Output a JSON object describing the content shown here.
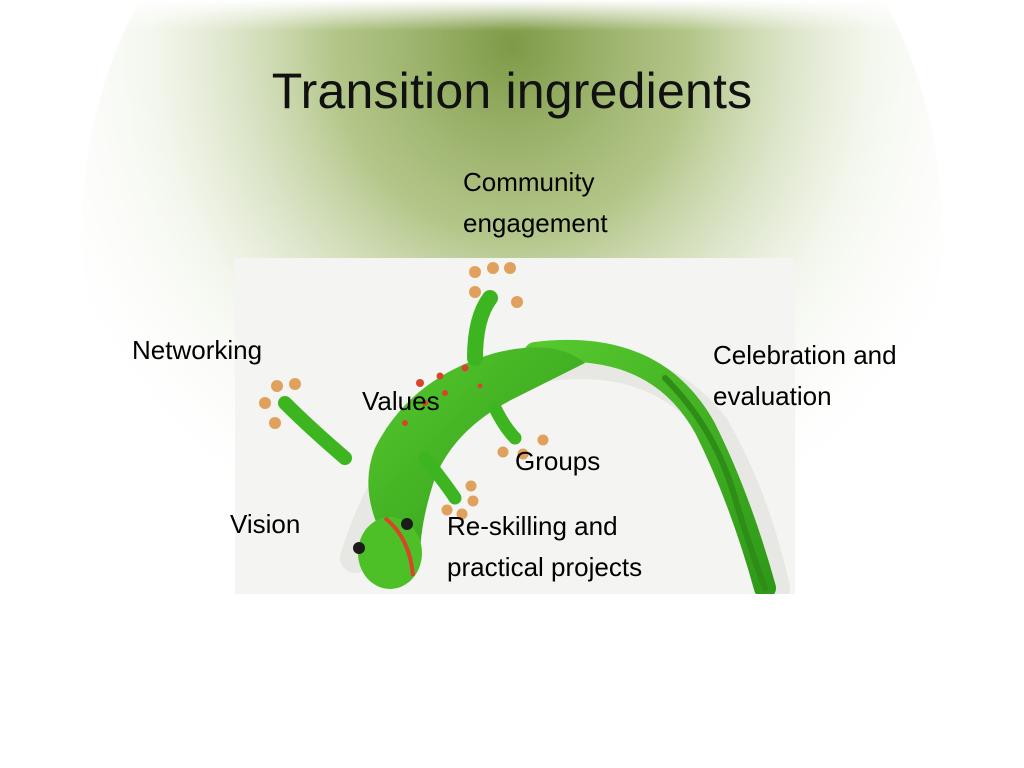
{
  "slide": {
    "title": "Transition ingredients",
    "labels": {
      "community": [
        "Community",
        "engagement"
      ],
      "networking": "Networking",
      "celebration": [
        "Celebration and",
        "evaluation"
      ],
      "values": "Values",
      "groups": "Groups",
      "vision": "Vision",
      "reskilling": [
        "Re-skilling and",
        "practical projects"
      ]
    }
  },
  "colors": {
    "background_green": "#7e9a47",
    "gecko_green": "#3db520",
    "gecko_red_spots": "#d8452a",
    "toe_pads": "#e0a15c"
  }
}
